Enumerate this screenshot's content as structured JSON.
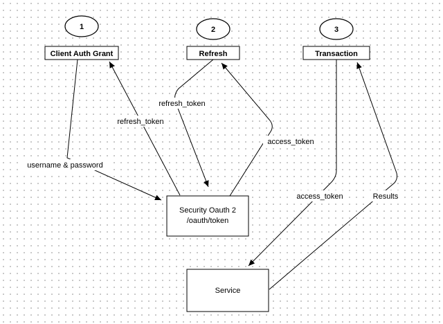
{
  "steps": [
    {
      "number": "1",
      "title": "Client Auth Grant"
    },
    {
      "number": "2",
      "title": "Refresh"
    },
    {
      "number": "3",
      "title": "Transaction"
    }
  ],
  "nodes": {
    "security": {
      "line1": "Security Oauth 2",
      "line2": "/oauth/token"
    },
    "service": {
      "label": "Service"
    }
  },
  "edges": {
    "username_password": "username & password",
    "refresh_token_up": "refresh_token",
    "refresh_token_down": "refresh_token",
    "access_token_up": "access_token",
    "access_token_down": "access_token",
    "results": "Results"
  }
}
